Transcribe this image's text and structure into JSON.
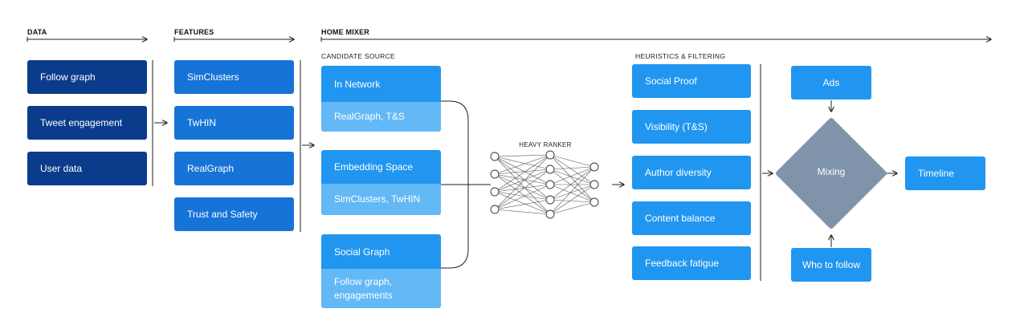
{
  "sections": {
    "data": "DATA",
    "features": "FEATURES",
    "home_mixer": "HOME MIXER",
    "candidate_source": "CANDIDATE SOURCE",
    "heuristics": "HEURISTICS & FILTERING",
    "heavy_ranker": "HEAVY RANKER"
  },
  "data_items": [
    "Follow graph",
    "Tweet engagement",
    "User data"
  ],
  "feature_items": [
    "SimClusters",
    "TwHIN",
    "RealGraph",
    "Trust and Safety"
  ],
  "candidates": [
    {
      "title": "In Network",
      "detail": "RealGraph, T&S"
    },
    {
      "title": "Embedding Space",
      "detail": "SimClusters, TwHIN"
    },
    {
      "title": "Social Graph",
      "detail": "Follow graph, engagements"
    }
  ],
  "heuristics": [
    "Social Proof",
    "Visibility (T&S)",
    "Author diversity",
    "Content balance",
    "Feedback fatigue"
  ],
  "mixing": {
    "ads": "Ads",
    "center": "Mixing",
    "who_to_follow": "Who to follow",
    "timeline": "Timeline"
  },
  "colors": {
    "dark_blue": "#0b3c8c",
    "mid_blue": "#1673d8",
    "bright_blue": "#2196f0",
    "light_blue": "#63b8f6",
    "diamond_gray": "#7f94aa"
  }
}
